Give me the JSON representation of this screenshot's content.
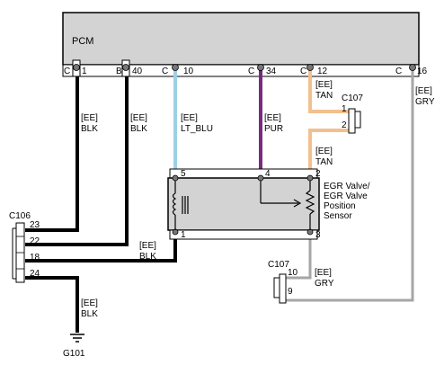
{
  "pcm": {
    "title": "PCM",
    "pins": [
      {
        "conn": "C",
        "num": "1"
      },
      {
        "conn": "B",
        "num": "40"
      },
      {
        "conn": "C",
        "num": "10"
      },
      {
        "conn": "C",
        "num": "34"
      },
      {
        "conn": "C",
        "num": "12"
      },
      {
        "conn": "C",
        "num": "16"
      }
    ]
  },
  "wires": {
    "blk_1": {
      "code": "[EE]",
      "color": "BLK"
    },
    "blk_40": {
      "code": "[EE]",
      "color": "BLK"
    },
    "lt_blu": {
      "code": "[EE]",
      "color": "LT_BLU"
    },
    "pur": {
      "code": "[EE]",
      "color": "PUR"
    },
    "tan_top": {
      "code": "[EE]",
      "color": "TAN"
    },
    "tan_bottom": {
      "code": "[EE]",
      "color": "TAN"
    },
    "gry_right": {
      "code": "[EE]",
      "color": "GRY"
    },
    "blk_sensor": {
      "code": "[EE]",
      "color": "BLK"
    },
    "gry_bottom": {
      "code": "[EE]",
      "color": "GRY"
    },
    "blk_ground": {
      "code": "[EE]",
      "color": "BLK"
    }
  },
  "colors": {
    "blk": "#000000",
    "lt_blu": "#9dd0e6",
    "pur": "#7a2a7e",
    "tan": "#f2c08e",
    "gry": "#a6a6a6",
    "box": "#d3d3d3"
  },
  "c107_top": {
    "name": "C107",
    "pins": [
      "1",
      "2"
    ]
  },
  "c107_bottom": {
    "name": "C107",
    "pins": [
      "10",
      "9"
    ]
  },
  "c106": {
    "name": "C106",
    "pins": [
      "23",
      "22",
      "18",
      "24"
    ]
  },
  "sensor": {
    "label_lines": [
      "EGR Valve/",
      "EGR Valve",
      "Position",
      "Sensor"
    ],
    "pins_top": [
      "5",
      "4",
      "2"
    ],
    "pins_bottom": [
      "1",
      "3"
    ]
  },
  "ground": {
    "name": "G101"
  }
}
